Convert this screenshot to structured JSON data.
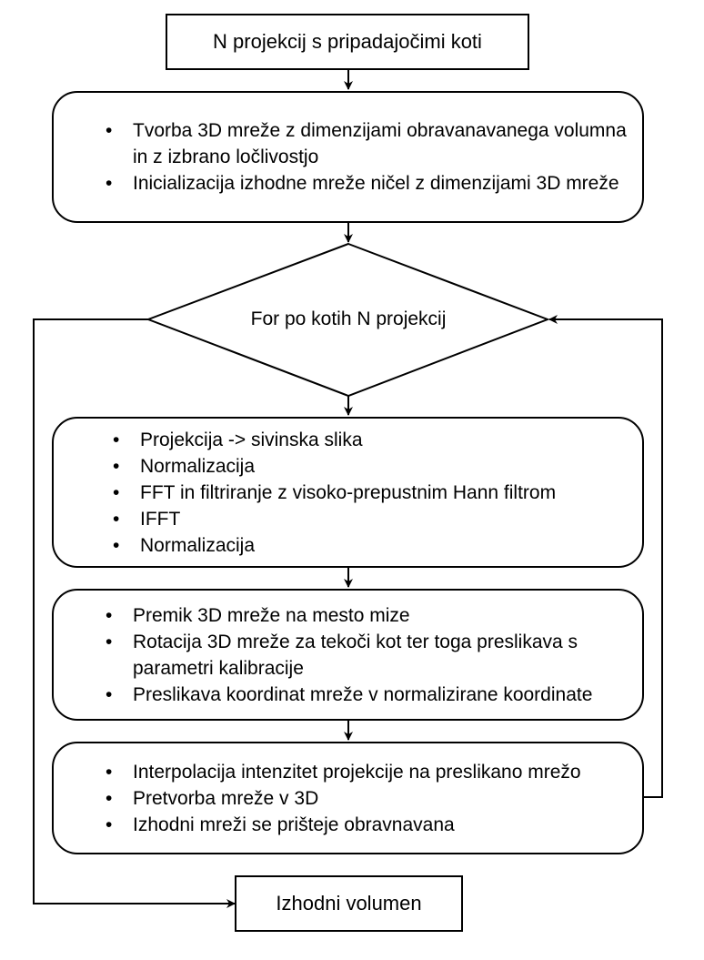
{
  "start": {
    "label": "N projekcij s pripadajočimi koti"
  },
  "init_block": {
    "items": [
      "Tvorba 3D mreže z dimenzijami obravanavanega volumna in z izbrano ločlivostjo",
      "Inicializacija izhodne mreže ničel z dimenzijami 3D mreže"
    ]
  },
  "loop": {
    "label": "For po kotih N projekcij"
  },
  "preprocess_block": {
    "items": [
      "Projekcija -> sivinska slika",
      "Normalizacija",
      "FFT in filtriranje z visoko-prepustnim Hann filtrom",
      "IFFT",
      "Normalizacija"
    ]
  },
  "transform_block": {
    "items": [
      "Premik 3D mreže na mesto mize",
      "Rotacija 3D mreže za tekoči kot ter toga preslikava s parametri kalibracije",
      "Preslikava koordinat mreže v normalizirane koordinate"
    ]
  },
  "accumulate_block": {
    "items": [
      "Interpolacija intenzitet projekcije na preslikano mrežo",
      "Pretvorba mreže v 3D",
      "Izhodni mreži se prišteje obravnavana"
    ]
  },
  "end": {
    "label": "Izhodni volumen"
  },
  "colors": {
    "stroke": "#000000",
    "fill": "#ffffff"
  }
}
